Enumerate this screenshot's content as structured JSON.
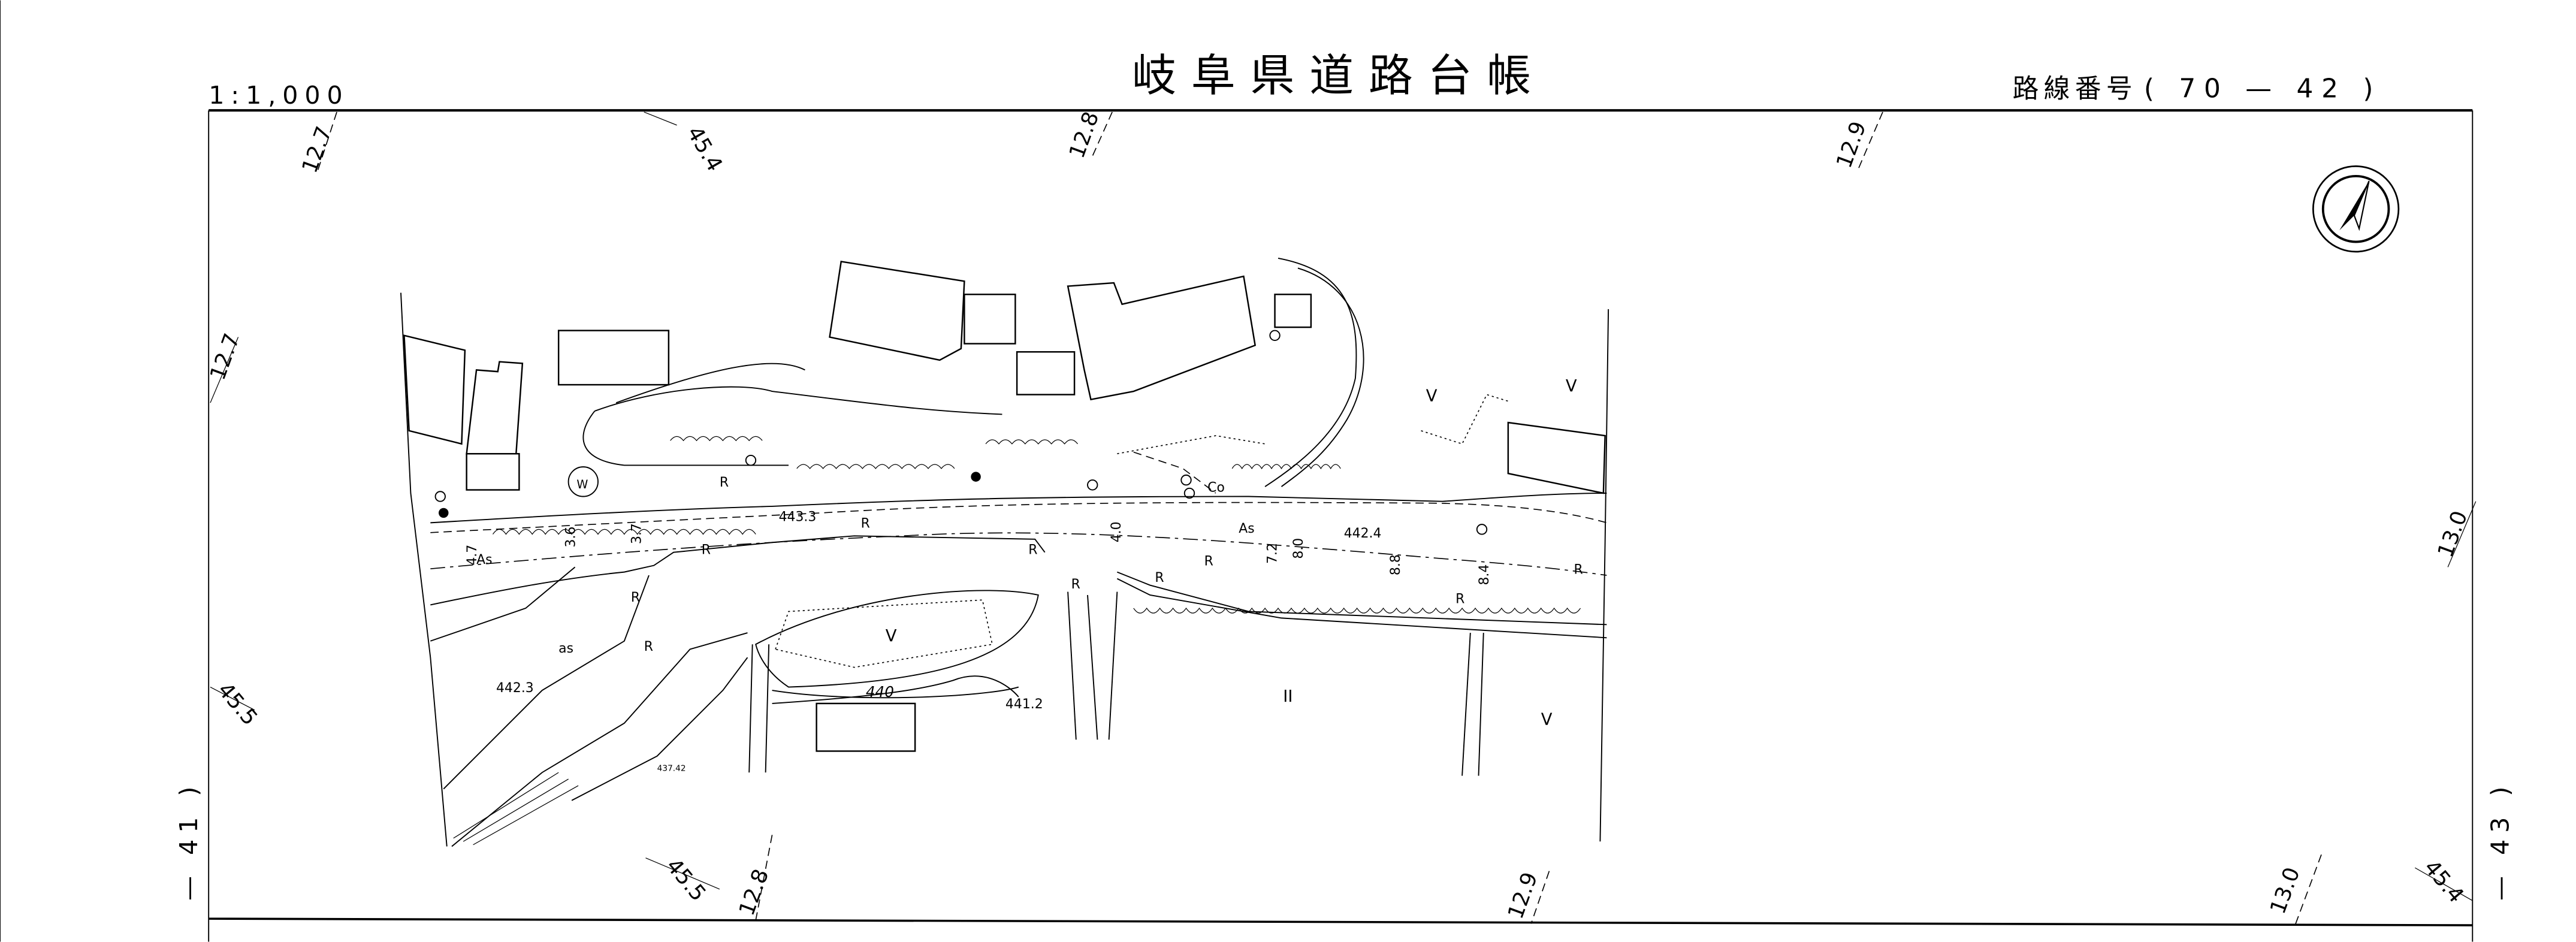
{
  "header": {
    "title": "岐阜県道路台帳",
    "scale": "1:1,000",
    "route_label": "路線番号",
    "route_number": "( 70 — 42 )"
  },
  "sheet_links": {
    "left": "— 41 )",
    "right": "— 43 )"
  },
  "grid_labels": {
    "top": [
      "12.7",
      "45.4",
      "12.8",
      "12.9"
    ],
    "left": [
      "12.7",
      "45.5"
    ],
    "right": [
      "13.0"
    ],
    "bottom": [
      "45.5",
      "12.8",
      "12.9",
      "13.0",
      "45.4"
    ]
  },
  "map": {
    "elevations": [
      "443.3",
      "442.4",
      "442.3",
      "441.2",
      "437.42"
    ],
    "contour": "440",
    "surface": [
      "As",
      "As",
      "as"
    ],
    "widths": [
      "4.7",
      "3.6",
      "3.7",
      "4.0",
      "7.2",
      "8.0",
      "8.8",
      "8.4"
    ],
    "symbols": {
      "revetment": "R",
      "well": "W",
      "concrete": "Co",
      "field": "V",
      "paddy": "II"
    }
  },
  "north_arrow": "north-arrow-icon"
}
